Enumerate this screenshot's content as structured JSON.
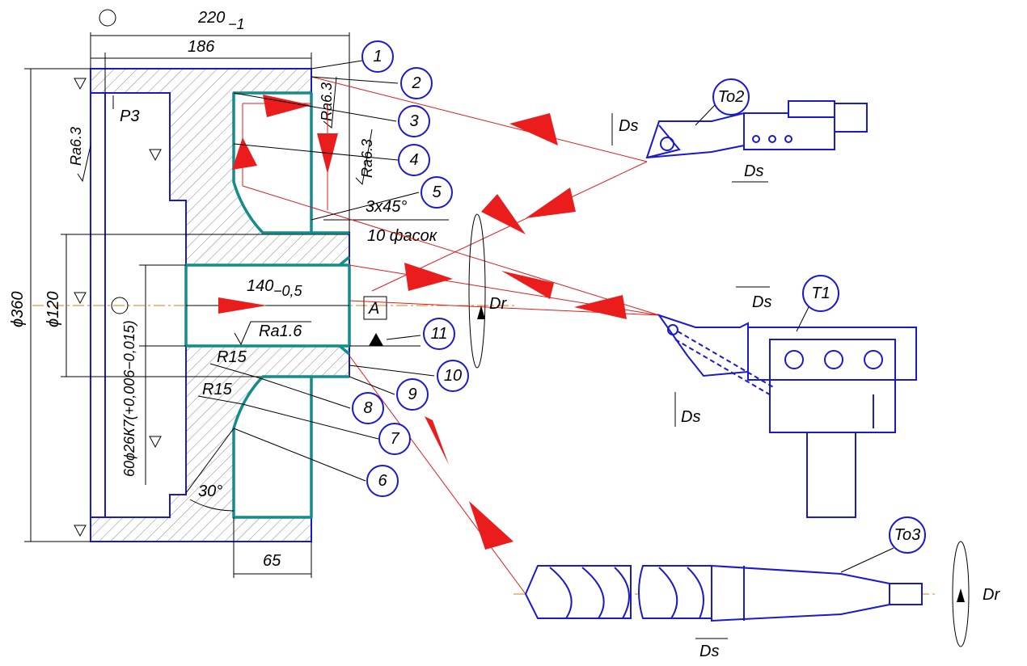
{
  "dimensions": {
    "overall_length": "220",
    "overall_length_tol": "−1",
    "length_186": "186",
    "diameter_360": "ϕ360",
    "diameter_120": "ϕ120",
    "bore_length": "140",
    "bore_length_tol": "−0,5",
    "holes": "60ϕ26К7(+0,006−0,015)",
    "chamfers_spec": "3x45°",
    "chamfers_count": "10 фасок",
    "radius_1": "R15",
    "radius_2": "R15",
    "angle": "30°",
    "length_65": "65",
    "datum_P3": "P3",
    "datum_A": "A"
  },
  "roughness": {
    "left_face": "Ra6.3",
    "groove_wall": "Ra6.3",
    "right_face": "Ra6.3",
    "bore": "Ra1.6"
  },
  "callouts": [
    "1",
    "2",
    "3",
    "4",
    "5",
    "6",
    "7",
    "8",
    "9",
    "10",
    "11"
  ],
  "tools": {
    "to2": {
      "label": "To2",
      "feed": "Ds"
    },
    "t1": {
      "label": "T1",
      "feed_h": "Ds",
      "feed_v": "Ds"
    },
    "to3": {
      "label": "To3",
      "feed": "Ds",
      "rotation": "Dr"
    }
  },
  "motions": {
    "workpiece_rotation": "Dr"
  },
  "colors": {
    "outline": "#1a1acd",
    "machined_surface": "#138c8c",
    "tool_path": "#e01b1b",
    "axis": "#e07a1a"
  }
}
